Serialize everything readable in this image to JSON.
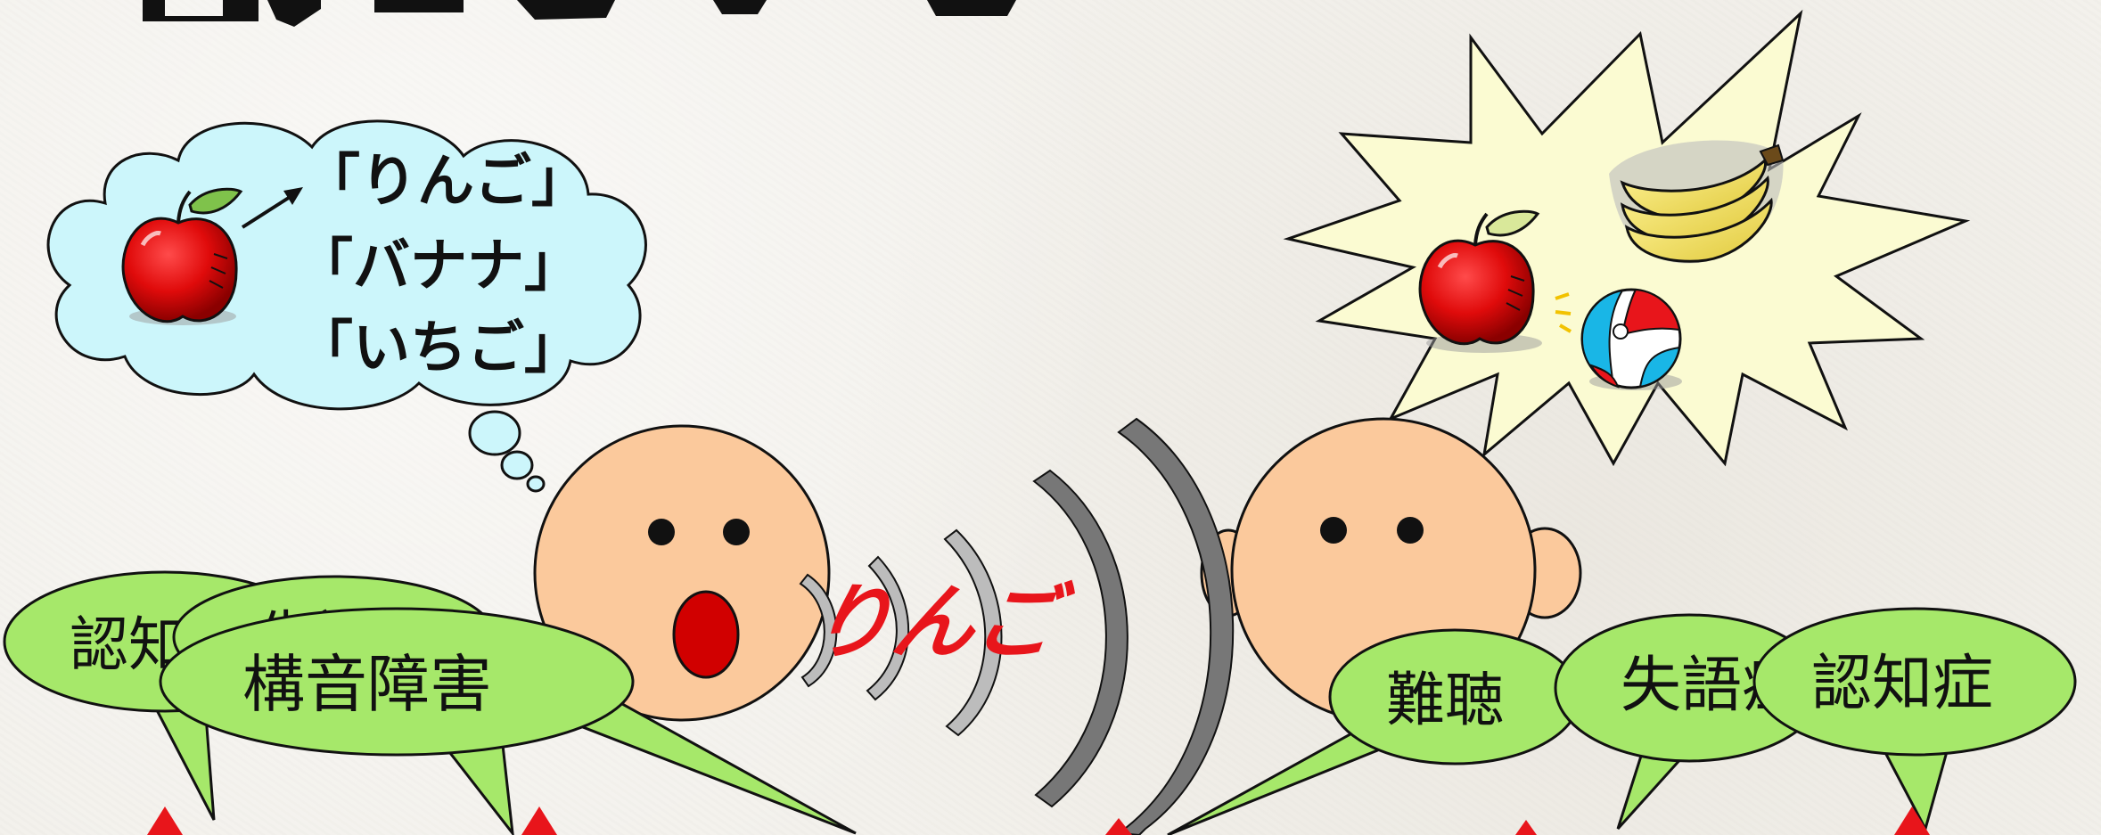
{
  "thought": {
    "words": [
      "「りんご」",
      "「バナナ」",
      "「いちご」"
    ]
  },
  "spoken_word": "りんご",
  "speaker_labels": [
    "認知症",
    "失語症",
    "構音障害"
  ],
  "speaker_label_partial": [
    "認知",
    "失語"
  ],
  "listener_labels": [
    "難聴",
    "失語症",
    "認知症"
  ],
  "colors": {
    "thought_cloud": "#ccf6fb",
    "face": "#fbc99c",
    "speech_bubble": "#a6e86a",
    "spoken_word": "#e8151b",
    "burst": "#fbfbd2",
    "sound_wave_dark": "#777777",
    "sound_wave_light": "#bcbcbc"
  },
  "icons": [
    "apple-icon",
    "arrow-icon",
    "banana-icon",
    "beach-ball-icon",
    "mouth-icon"
  ]
}
